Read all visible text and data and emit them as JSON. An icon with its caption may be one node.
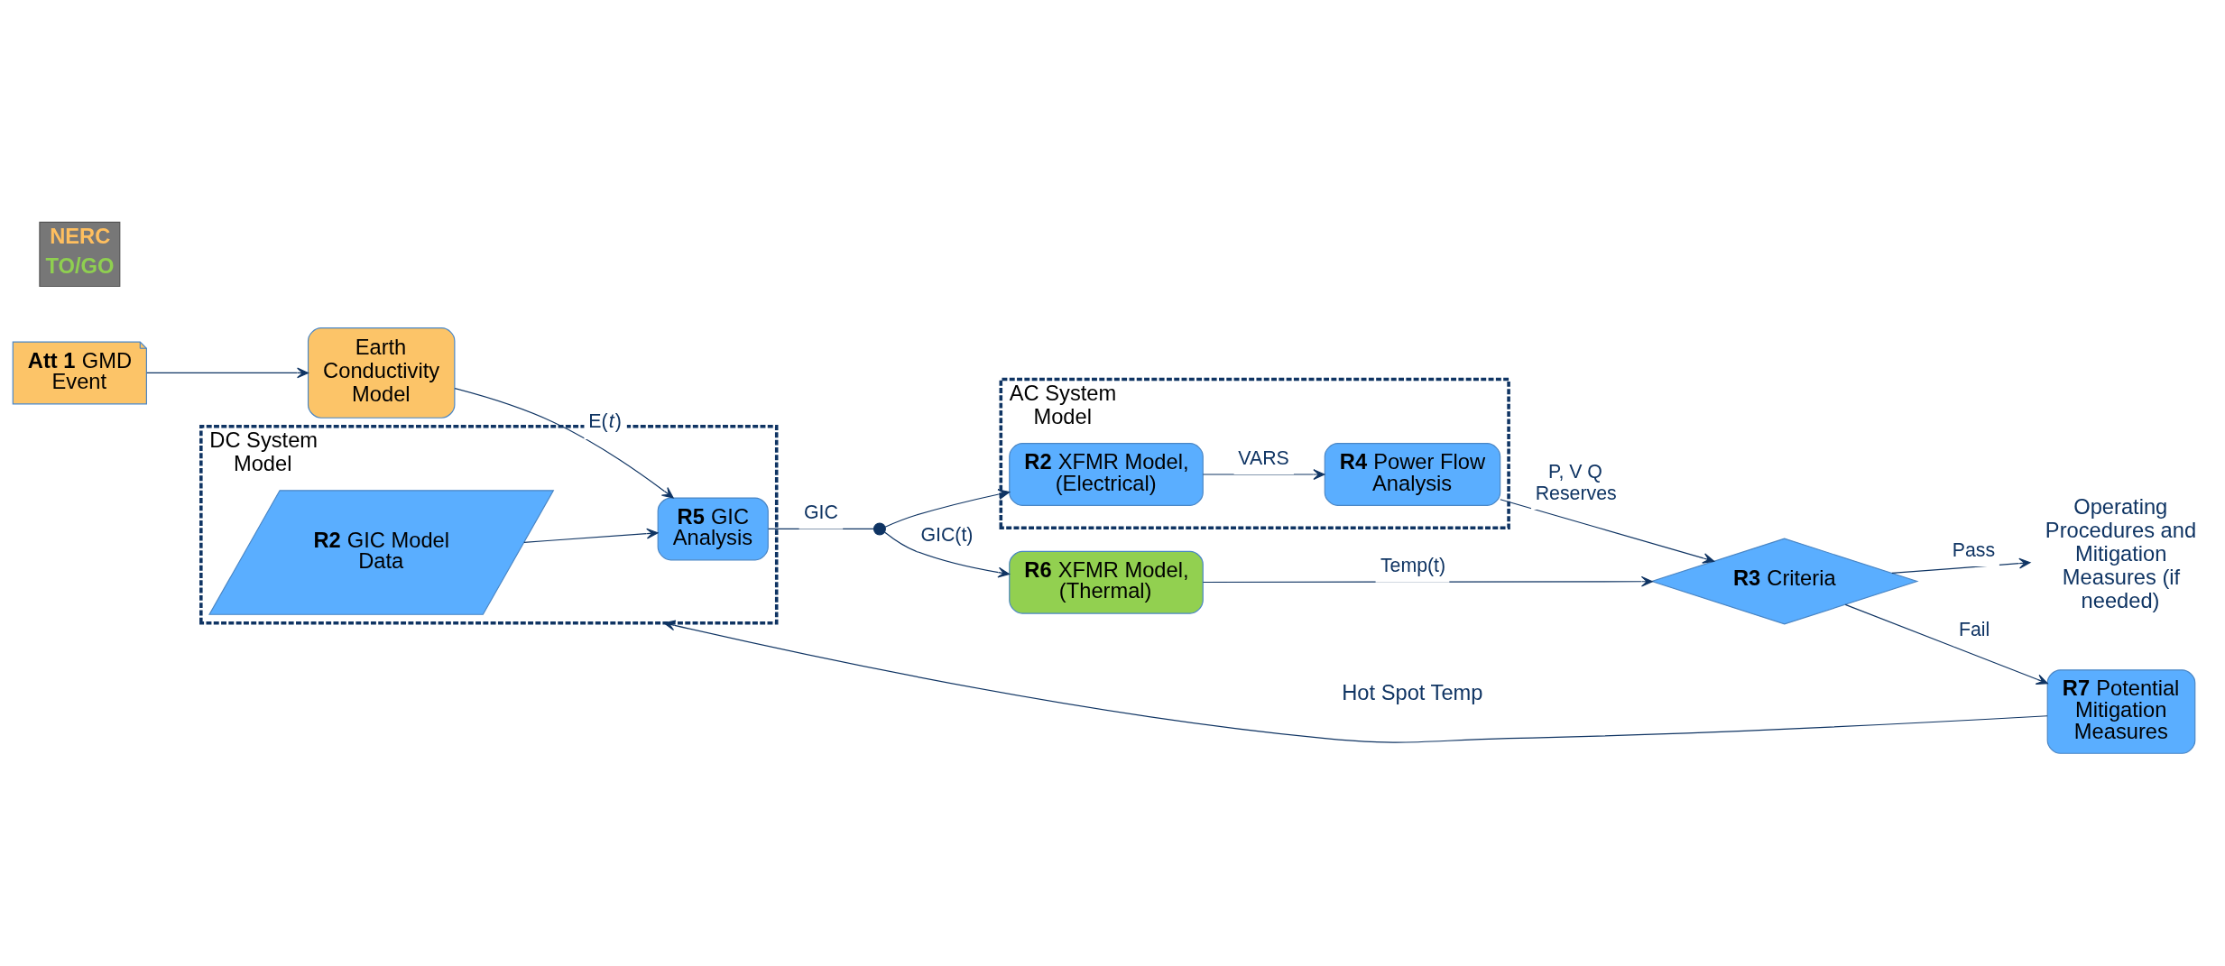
{
  "diagram": {
    "nodes": [
      {
        "text": [
          "**Att 1** GMD Event"
        ]
      },
      {
        "text": [
          "Earth Conductivity Model"
        ]
      },
      {
        "text": [
          "**R6** XFMR Model, (Thermal)"
        ]
      },
      {
        "text": [
          "Operating Procedures and Mitigation Measures (if needed)"
        ]
      },
      {
        "text": [
          "DC System Model"
        ]
      },
      {
        "text": [
          "**R2** GIC Model Data"
        ],
        "in": 4
      },
      {
        "text": [
          "**R5** GIC Analysis"
        ],
        "in": 4
      },
      {
        "text": [],
        "shape": "circle"
      },
      {
        "text": [
          "AC System Model"
        ]
      },
      {
        "text": [
          "**R2** XFMR Model, (Electrical)"
        ],
        "in": 8
      },
      {
        "text": [
          "**R4** Power Flow Analysis"
        ],
        "in": 8
      },
      {
        "text": [
          "**R3** Criteria"
        ]
      },
      {
        "text": [
          "**R7** Potential Mitigation Measures"
        ]
      }
    ],
    "edges": [
      {
        "from": 0,
        "to": 1,
        "arrow": "to"
      },
      {
        "from": 1,
        "to": 6,
        "arrow": "to",
        "label": "E(*t*)"
      },
      {
        "from": 5,
        "to": 6,
        "arrow": "to"
      },
      {
        "from": 6,
        "to": 7,
        "arrow": "none",
        "label": "GIC"
      },
      {
        "from": 7,
        "to": 2,
        "arrow": "to",
        "label": "GIC(t)"
      },
      {
        "from": 7,
        "to": 9,
        "arrow": "to"
      },
      {
        "from": 9,
        "to": 10,
        "arrow": "to",
        "label": "VARS"
      },
      {
        "from": 10,
        "to": 11,
        "arrow": "to",
        "label": "P, V Q Reserves"
      },
      {
        "from": 2,
        "to": 11,
        "arrow": "to",
        "label": "Temp(t)"
      },
      {
        "from": 11,
        "to": 3,
        "arrow": "to",
        "label": "Pass"
      },
      {
        "from": 11,
        "to": 12,
        "arrow": "to",
        "label": "Fail"
      },
      {
        "from": 12,
        "to": 4,
        "arrow": "to"
      }
    ],
    "labels": [
      "Hot Spot Temp"
    ],
    "legend": [
      {
        "text": "NERC",
        "color": "#ffbf5f"
      },
      {
        "text": "TO/GO",
        "color": "#8fcf50"
      }
    ]
  }
}
